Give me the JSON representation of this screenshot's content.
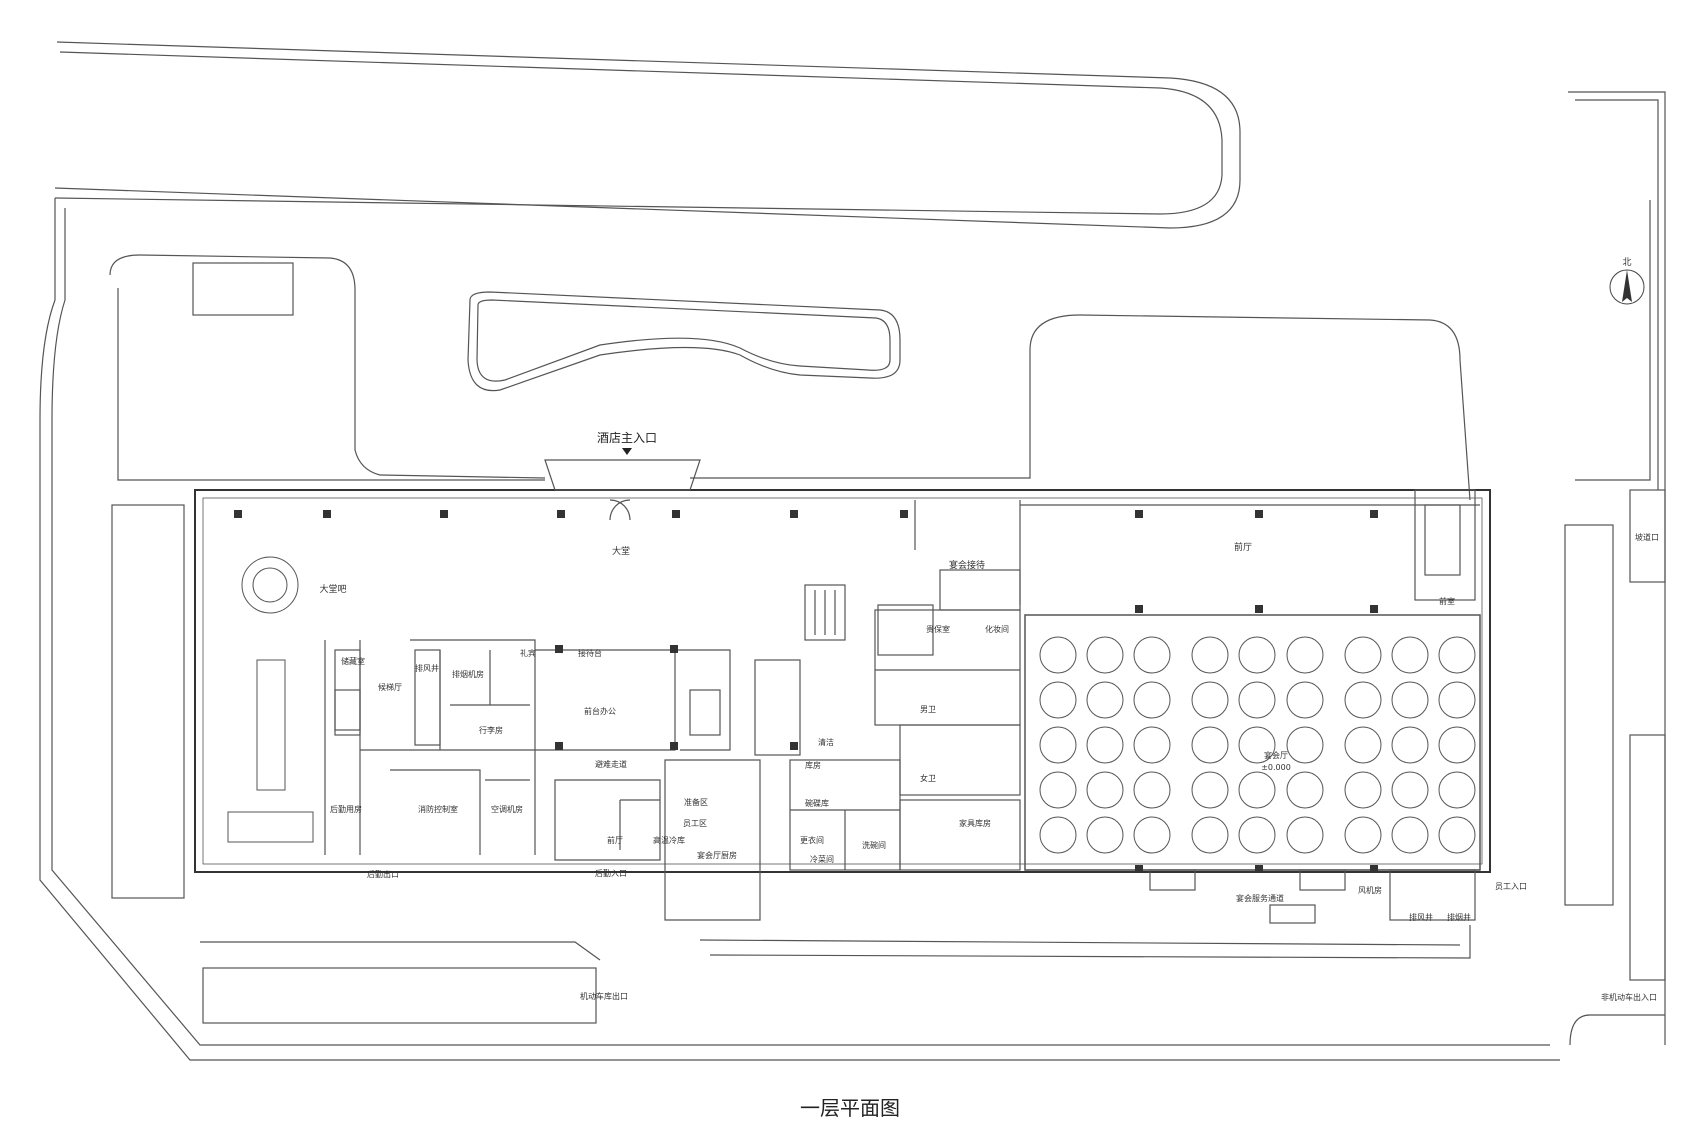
{
  "title": "一层平面图",
  "north": "北",
  "entrances": {
    "main": "酒店主入口",
    "back": "后勤入口",
    "loading_exit": "后勤出口",
    "staff": "员工入口",
    "garage_exit": "机动车库出口",
    "bike": "非机动车出入口",
    "ramp": "坡道口"
  },
  "rooms": {
    "lobby": "大堂",
    "lobby_bar": "大堂吧",
    "banquet_reception": "宴会接待",
    "foyer": "前厅",
    "storage": "储藏室",
    "elevator_hall": "候梯厅",
    "exhaust_shaft": "排风井",
    "smoke_room": "排烟机房",
    "gift": "礼宾",
    "reception_desk": "接待台",
    "front_office": "前台办公",
    "luggage": "行李房",
    "refuge_corridor": "避难走道",
    "logistics": "后勤用房",
    "fire_control": "消防控制室",
    "ac_room": "空调机房",
    "vip_room": "贵保室",
    "makeup": "化妆间",
    "male_wc": "男卫",
    "female_wc": "女卫",
    "cleaner": "清洁",
    "warehouse": "库房",
    "bowl_store": "碗碟库",
    "wash_room": "洗碗间",
    "cold_dish": "冷菜间",
    "dressing": "更衣间",
    "furniture_store": "家具库房",
    "banquet_hall": "宴会厅",
    "prep": "准备区",
    "cold_store": "高温冷库",
    "kitchen": "宴会厅厨房",
    "front_hall": "前厅",
    "front_room": "前室",
    "fan_room": "风机房",
    "exhaust_well": "排风井",
    "smoke_well": "排烟井",
    "service_passage": "宴会服务通道",
    "staff_room": "员工区"
  },
  "level_mark": "±0.000"
}
